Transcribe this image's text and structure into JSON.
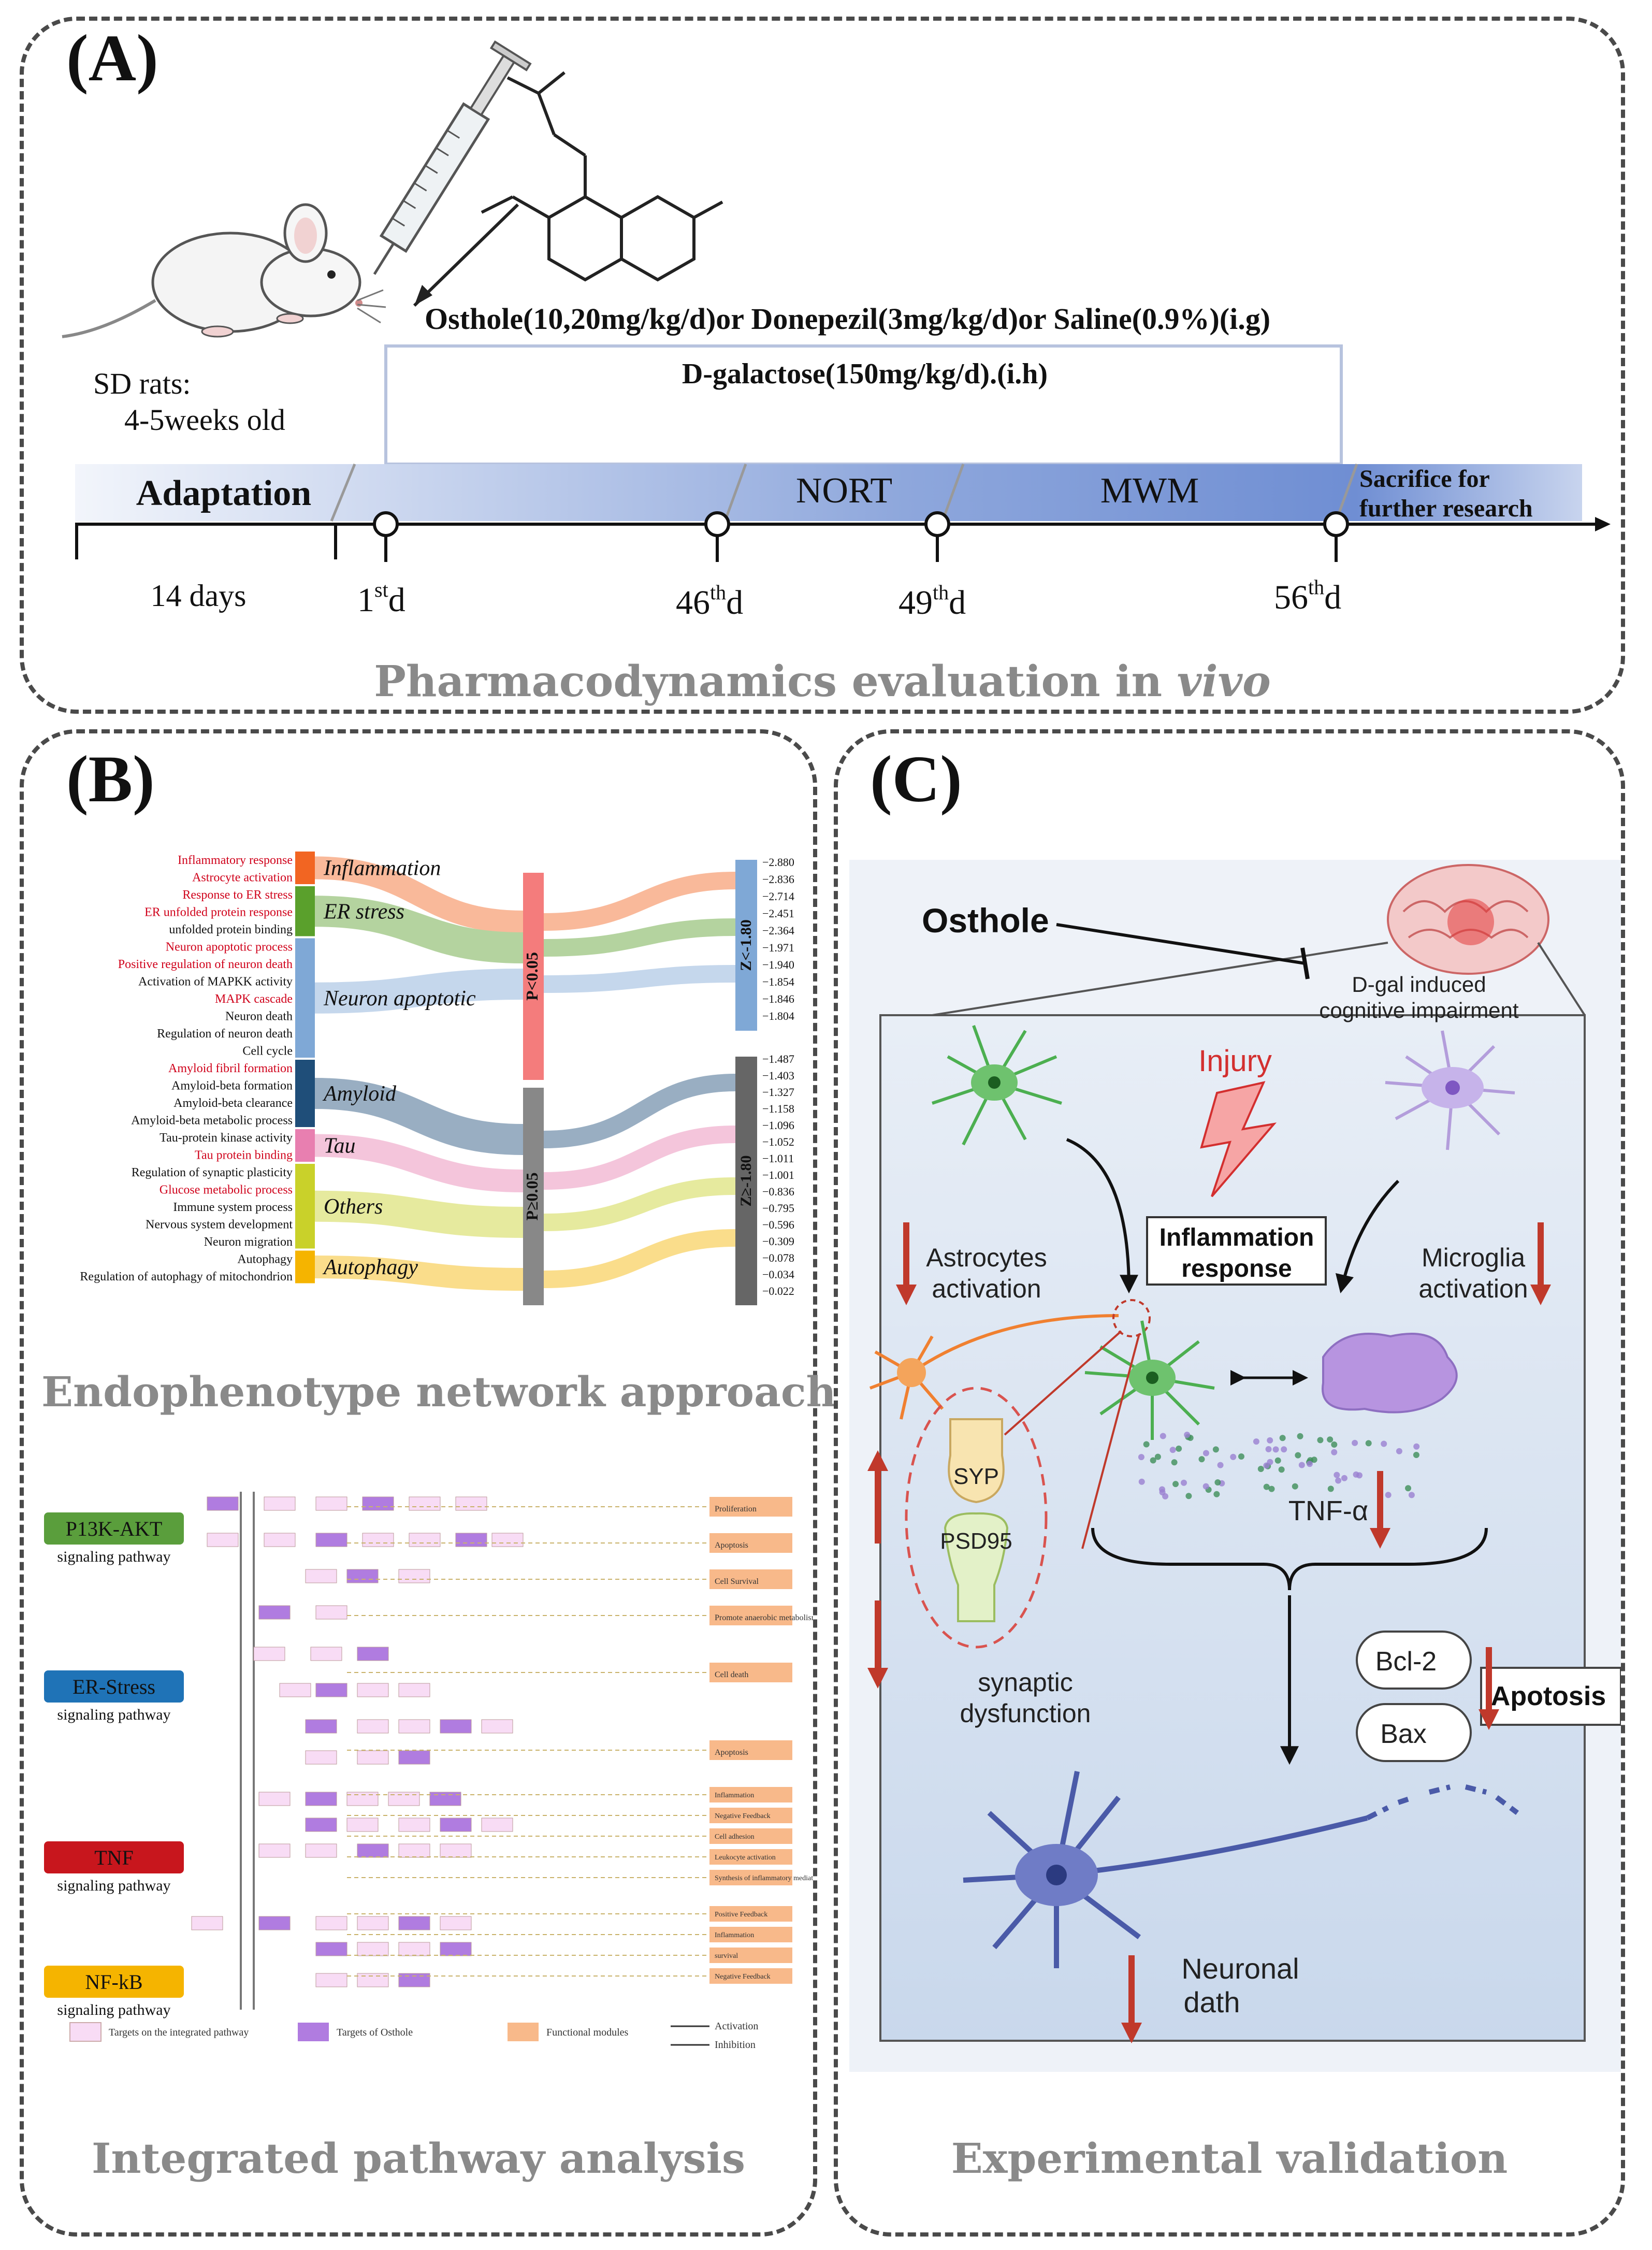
{
  "panelA": {
    "label": "(A)",
    "rats_line1": "SD rats:",
    "rats_line2": "4-5weeks old",
    "treatment": "Osthole(10,20mg/kg/d)or Donepezil(3mg/kg/d)or Saline(0.9%)(i.g)",
    "dgal": "D-galactose(150mg/kg/d).(i.h)",
    "phases": [
      "Adaptation",
      "NORT",
      "MWM"
    ],
    "sacrifice_line1": "Sacrifice for",
    "sacrifice_line2": "further research",
    "days_label": "14 days",
    "timepoints": [
      {
        "num": "1",
        "sup": "st",
        "unit": "d"
      },
      {
        "num": "46",
        "sup": "th",
        "unit": "d"
      },
      {
        "num": "49",
        "sup": "th",
        "unit": "d"
      },
      {
        "num": "56",
        "sup": "th",
        "unit": "d"
      }
    ],
    "caption_main": "Pharmacodynamics evaluation in ",
    "caption_italic": "vivo"
  },
  "panelB": {
    "label": "(B)",
    "sankey_terms": [
      {
        "text": "Inflammatory response",
        "red": true
      },
      {
        "text": "Astrocyte activation",
        "red": true
      },
      {
        "text": "Response to ER stress",
        "red": true
      },
      {
        "text": "ER unfolded protein response",
        "red": true
      },
      {
        "text": "unfolded protein binding",
        "red": false
      },
      {
        "text": "Neuron apoptotic process",
        "red": true
      },
      {
        "text": "Positive regulation of neuron death",
        "red": true
      },
      {
        "text": "Activation of MAPKK activity",
        "red": false
      },
      {
        "text": "MAPK cascade",
        "red": true
      },
      {
        "text": "Neuron death",
        "red": false
      },
      {
        "text": "Regulation of neuron death",
        "red": false
      },
      {
        "text": "Cell cycle",
        "red": false
      },
      {
        "text": "Amyloid fibril formation",
        "red": true
      },
      {
        "text": "Amyloid-beta formation",
        "red": false
      },
      {
        "text": "Amyloid-beta clearance",
        "red": false
      },
      {
        "text": "Amyloid-beta metabolic process",
        "red": false
      },
      {
        "text": "Tau-protein kinase activity",
        "red": false
      },
      {
        "text": "Tau protein binding",
        "red": true
      },
      {
        "text": "Regulation of synaptic plasticity",
        "red": false
      },
      {
        "text": "Glucose metabolic process",
        "red": true
      },
      {
        "text": "Immune system process",
        "red": false
      },
      {
        "text": "Nervous system development",
        "red": false
      },
      {
        "text": "Neuron migration",
        "red": false
      },
      {
        "text": "Autophagy",
        "red": false
      },
      {
        "text": "Regulation of autophagy of mitochondrion",
        "red": false
      }
    ],
    "categories": [
      {
        "name": "Inflammation",
        "color": "#f26522"
      },
      {
        "name": "ER stress",
        "color": "#5aa02c"
      },
      {
        "name": "Neuron apoptotic",
        "color": "#7fa8d6"
      },
      {
        "name": "Amyloid",
        "color": "#1f4e79"
      },
      {
        "name": "Tau",
        "color": "#e87fb0"
      },
      {
        "name": "Others",
        "color": "#c9d12a"
      },
      {
        "name": "Autophagy",
        "color": "#f5b400"
      }
    ],
    "pvalue_nodes": [
      "P<0.05",
      "P≥0.05"
    ],
    "z_nodes": [
      "Z<-1.80",
      "Z≥-1.80"
    ],
    "z_values_upper": [
      "−2.880",
      "−2.836",
      "−2.714",
      "−2.451",
      "−2.364",
      "−1.971",
      "−1.940",
      "−1.854",
      "−1.846",
      "−1.804"
    ],
    "z_values_lower": [
      "−1.487",
      "−1.403",
      "−1.327",
      "−1.158",
      "−1.096",
      "−1.052",
      "−1.011",
      "−1.001",
      "−0.836",
      "−0.795",
      "−0.596",
      "−0.309",
      "−0.078",
      "−0.034",
      "−0.022"
    ],
    "caption1": "Endophenotype network approach",
    "pathways": [
      {
        "name": "P13K-AKT",
        "sub": "signaling pathway",
        "color": "#5a9e3c"
      },
      {
        "name": "ER-Stress",
        "sub": "signaling pathway",
        "color": "#1f73b7"
      },
      {
        "name": "TNF",
        "sub": "signaling pathway",
        "color": "#c8161d"
      },
      {
        "name": "NF-kB",
        "sub": "signaling pathway",
        "color": "#f5b400"
      }
    ],
    "outputs": [
      "Proliferation",
      "Apoptosis",
      "Cell Survival",
      "Promote anaerobic metabolism",
      "Cell death",
      "Apoptosis",
      "Inflammation",
      "Negative Feedback",
      "Cell adhesion",
      "Leukocyte activation",
      "Synthesis of inflammatory mediators",
      "Positive Feedback",
      "Inflammation",
      "survival",
      "Negative Feedback"
    ],
    "legend": [
      "Targets on the integrated pathway",
      "Targets of Osthole",
      "Functional modules",
      "Activation",
      "Inhibition"
    ],
    "caption2": "Integrated pathway analysis"
  },
  "panelC": {
    "label": "(C)",
    "osthole": "Osthole",
    "dgal_line1": "D-gal induced",
    "dgal_line2": "cognitive impairment",
    "injury": "Injury",
    "inflam_line1": "Inflammation",
    "inflam_line2": "response",
    "astro_line1": "Astrocytes",
    "astro_line2": "activation",
    "micro_line1": "Microglia",
    "micro_line2": "activation",
    "syp": "SYP",
    "psd95": "PSD95",
    "tnf": "TNF-α",
    "synaptic_line1": "synaptic",
    "synaptic_line2": "dysfunction",
    "bcl2": "Bcl-2",
    "bax": "Bax",
    "apoptosis": "Apotosis",
    "neuronal_line1": "Neuronal",
    "neuronal_line2": "dath",
    "caption": "Experimental validation"
  }
}
